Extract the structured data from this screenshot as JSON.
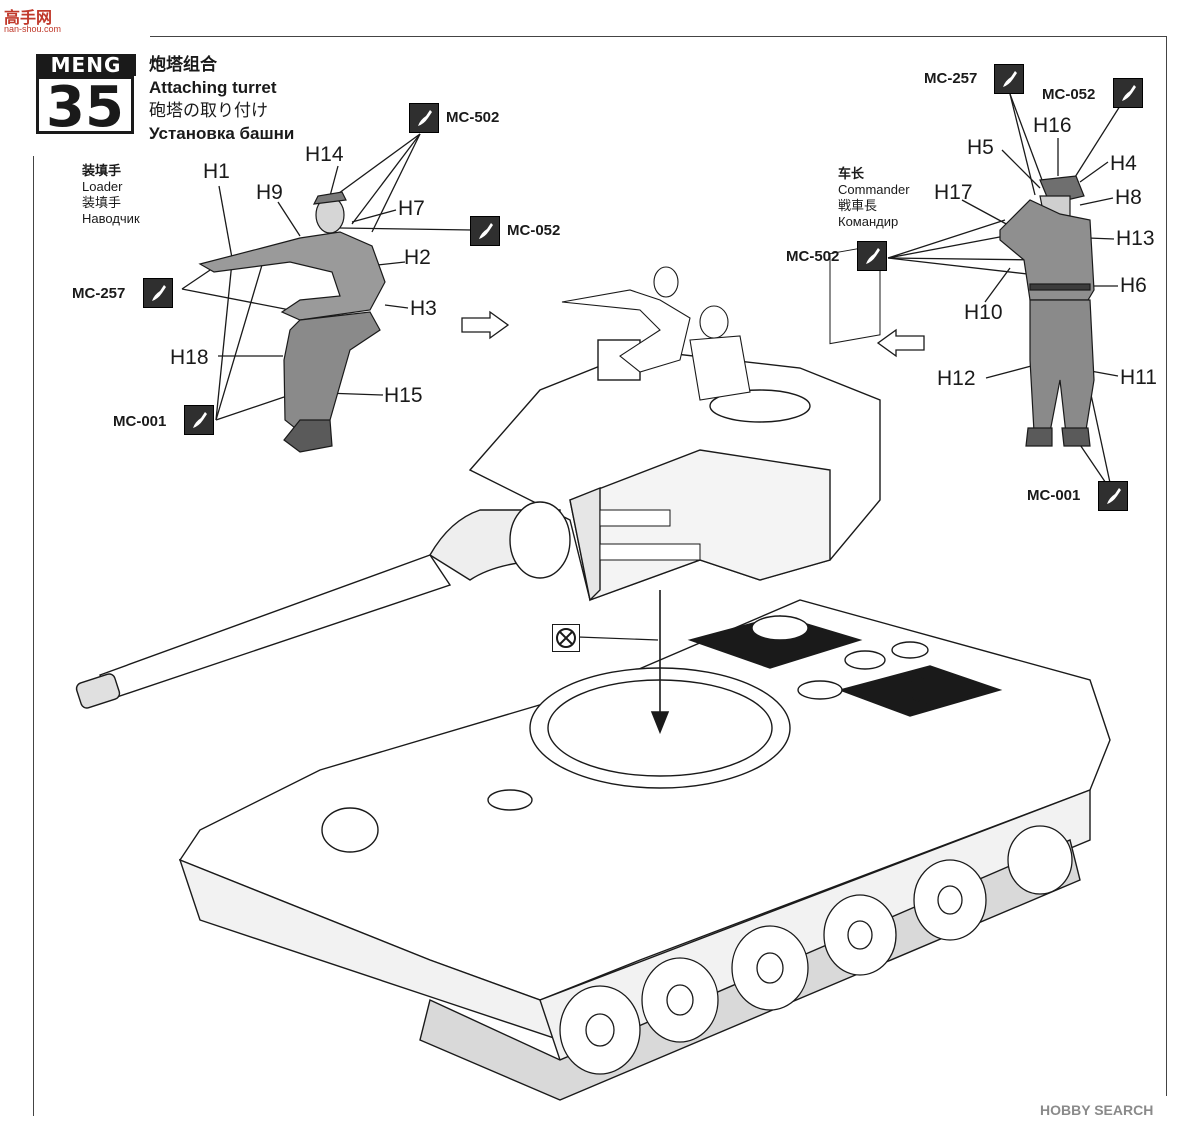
{
  "watermark": {
    "text": "高手网",
    "url": "nan-shou.com"
  },
  "logo": {
    "brand": "MENG",
    "scale": "35"
  },
  "title": {
    "zh": "炮塔组合",
    "en": "Attaching turret",
    "ja": "砲塔の取り付け",
    "ru": "Установка башни"
  },
  "loader": {
    "zh": "装填手",
    "en": "Loader",
    "ja": "装填手",
    "ru": "Наводчик"
  },
  "commander": {
    "zh": "车长",
    "en": "Commander",
    "ja": "戦車長",
    "ru": "Командир"
  },
  "parts": {
    "h1": "H1",
    "h9": "H9",
    "h14": "H14",
    "h7": "H7",
    "h2": "H2",
    "h3": "H3",
    "h18": "H18",
    "h15": "H15",
    "h16": "H16",
    "h5": "H5",
    "h4": "H4",
    "h17": "H17",
    "h8": "H8",
    "h13": "H13",
    "h6": "H6",
    "h10": "H10",
    "h12": "H12",
    "h11": "H11"
  },
  "paints": {
    "loader_mc502": "MC-502",
    "loader_mc052": "MC-052",
    "loader_mc257": "MC-257",
    "loader_mc001": "MC-001",
    "cmd_mc257": "MC-257",
    "cmd_mc052": "MC-052",
    "cmd_mc502": "MC-502",
    "cmd_mc001": "MC-001"
  },
  "icons": {
    "paint_brush": "paint-brush-icon",
    "no_glue": "no-glue-icon",
    "direction_arrow": "direction-arrow-icon"
  },
  "colors": {
    "line": "#1a1a1a",
    "figure_fill": "#8f8f8f",
    "watermark": "#c0392b"
  },
  "footer": "HOBBY SEARCH"
}
